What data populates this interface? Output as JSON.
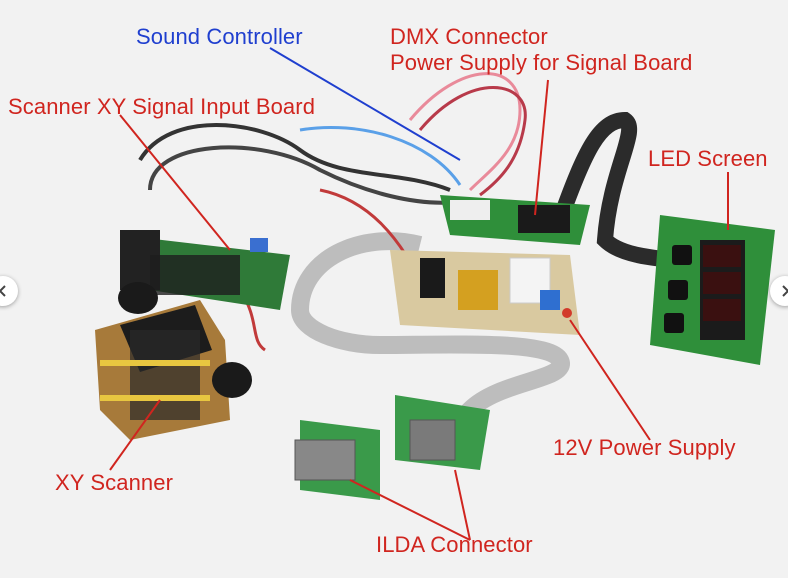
{
  "labels": {
    "sound_controller": "Sound Controller",
    "dmx_connector": "DMX Connector",
    "power_supply_signal_board": "Power Supply for Signal Board",
    "scanner_xy_board": "Scanner XY Signal Input Board",
    "led_screen": "LED Screen",
    "power_12v": "12V Power Supply",
    "xy_scanner": "XY Scanner",
    "ilda_connector": "ILDA Connector"
  },
  "colors": {
    "label_red": "#d0251f",
    "label_blue": "#1f3fcf",
    "pcb_green": "#2f8f3a",
    "cable_gray": "#b9b9b9"
  },
  "icons": {
    "prev": "chevron-left-icon",
    "next": "chevron-right-icon"
  }
}
